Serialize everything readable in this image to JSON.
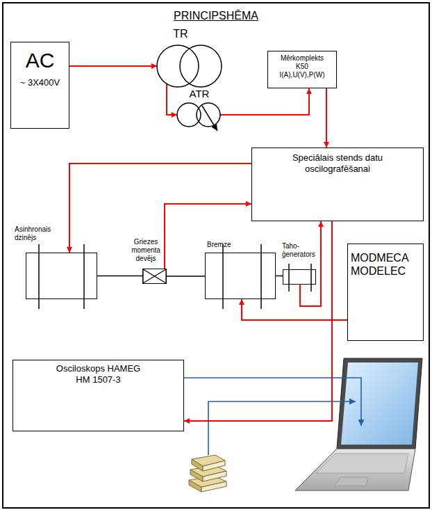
{
  "diagram": {
    "title": "PRINCIPSHĒMA",
    "nodes": [
      {
        "text": [
          "AC",
          "~ 3X400V"
        ]
      },
      {
        "text": [
          "TR"
        ]
      },
      {
        "text": [
          "ATR"
        ]
      },
      {
        "text": [
          "Mērkomplekts K50 I(A),U(V),P(W)"
        ]
      },
      {
        "text": [
          "Speciālais stends datu oscilografēšanai"
        ]
      },
      {
        "text": [
          "Asinhronais dzinējs"
        ]
      },
      {
        "text": [
          "Griezes momenta devējs"
        ]
      },
      {
        "text": [
          "Bremze"
        ]
      },
      {
        "text": [
          "Taho- ģenerators"
        ]
      },
      {
        "text": [
          "MODMECA MODELEC"
        ]
      },
      {
        "text": [
          "Osciloskops HAMEG HM 1507-3"
        ]
      }
    ],
    "edges": [
      {
        "from": 0,
        "to": 1,
        "arrow": "to"
      },
      {
        "from": 1,
        "to": 2,
        "arrow": "to"
      },
      {
        "from": 2,
        "to": 3,
        "arrow": "to"
      },
      {
        "from": 3,
        "to": 4,
        "arrow": "to"
      },
      {
        "from": 4,
        "to": 5,
        "arrow": "to"
      },
      {
        "from": 6,
        "to": 4,
        "arrow": "to"
      },
      {
        "from": 8,
        "to": 4,
        "arrow": "to"
      },
      {
        "from": 9,
        "to": 7,
        "arrow": "to"
      },
      {
        "from": 4,
        "to": 10,
        "arrow": "to"
      },
      {
        "from": 5,
        "to": 6,
        "arrow": "none"
      },
      {
        "from": 6,
        "to": 7,
        "arrow": "none"
      },
      {
        "from": 7,
        "to": 8,
        "arrow": "none"
      }
    ]
  }
}
